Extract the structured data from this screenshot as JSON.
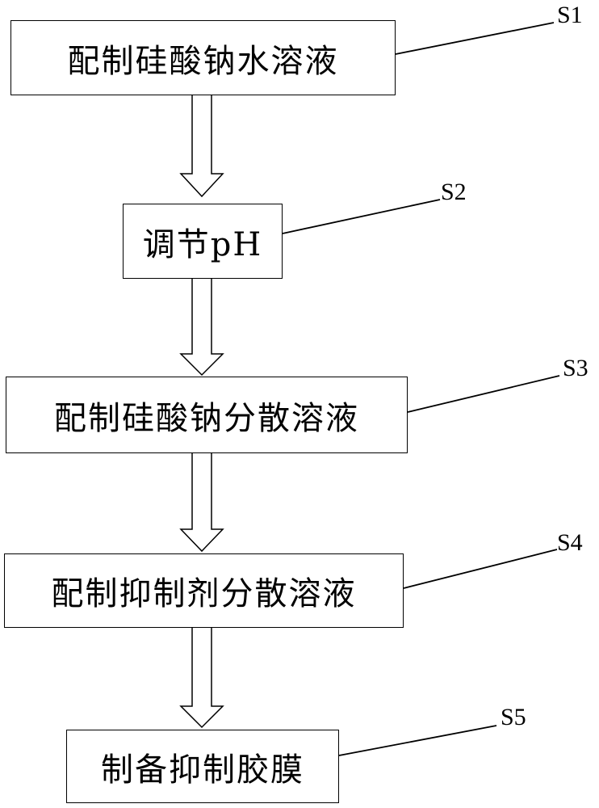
{
  "flowchart": {
    "steps": [
      {
        "id": "S1",
        "label": "配制硅酸钠水溶液"
      },
      {
        "id": "S2",
        "label": "调节pH"
      },
      {
        "id": "S3",
        "label": "配制硅酸钠分散溶液"
      },
      {
        "id": "S4",
        "label": "配制抑制剂分散溶液"
      },
      {
        "id": "S5",
        "label": "制备抑制胶膜"
      }
    ]
  }
}
